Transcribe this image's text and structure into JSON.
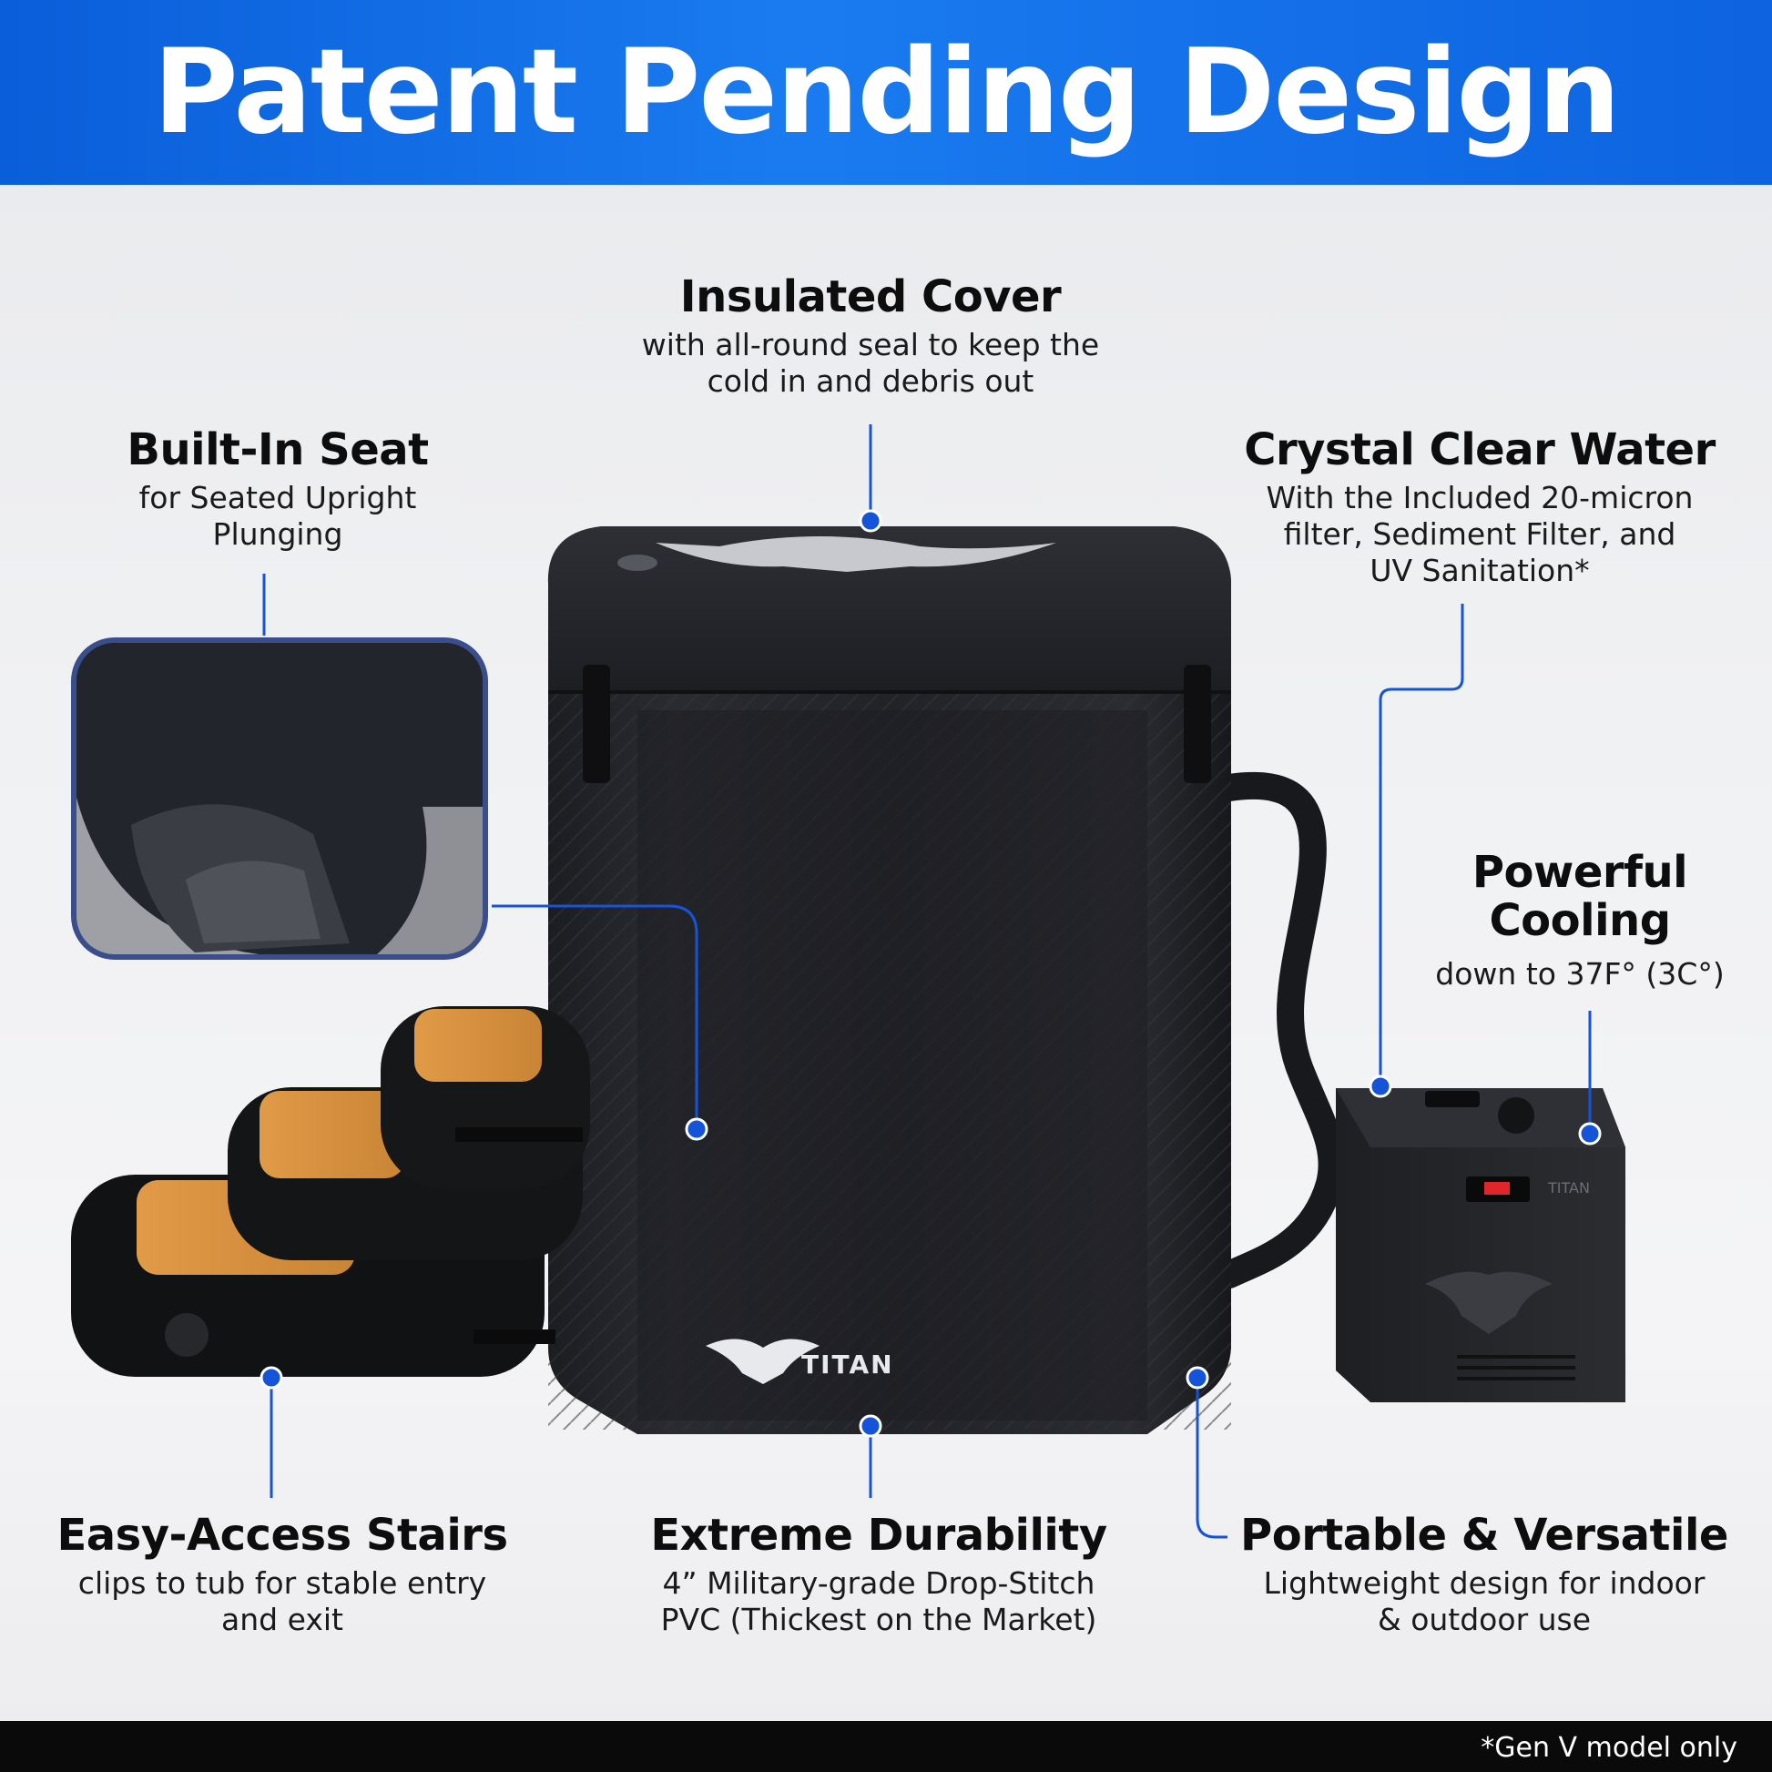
{
  "banner": {
    "title": "Patent Pending Design"
  },
  "callouts": {
    "cover": {
      "title": "Insulated Cover",
      "desc1": "with all-round seal to keep the",
      "desc2": "cold in and debris out"
    },
    "seat": {
      "title": "Built-In Seat",
      "desc1": "for Seated Upright",
      "desc2": "Plunging"
    },
    "water": {
      "title": "Crystal Clear Water",
      "desc1": "With the Included 20-micron",
      "desc2": "filter, Sediment Filter, and",
      "desc3": "UV Sanitation*"
    },
    "cooling": {
      "title1": "Powerful",
      "title2": "Cooling",
      "desc1": "down to 37F° (3C°)"
    },
    "stairs": {
      "title": "Easy-Access Stairs",
      "desc1": "clips to tub for stable entry",
      "desc2": "and exit"
    },
    "durability": {
      "title": "Extreme Durability",
      "desc1": "4” Military-grade Drop-Stitch",
      "desc2": "PVC (Thickest on the Market)"
    },
    "portable": {
      "title": "Portable & Versatile",
      "desc1": "Lightweight design for indoor",
      "desc2": "& outdoor use"
    }
  },
  "product": {
    "logo_text": "TITAN",
    "chiller_logo": "TITAN"
  },
  "footer": {
    "note": "*Gen V model only"
  },
  "colors": {
    "accent": "#0d63e0",
    "dot": "#1553d8",
    "inset_border": "#3a4d8c",
    "step_wood": "#d98f3e"
  }
}
